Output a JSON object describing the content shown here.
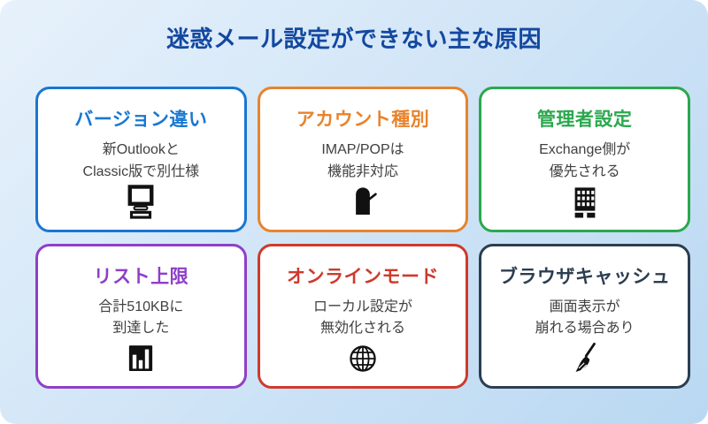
{
  "page": {
    "title": "迷惑メール設定ができない主な原因"
  },
  "theme": {
    "bg_gradient_start": "#E7F1FB",
    "bg_gradient_end": "#B9D8F2",
    "title_color": "#1348A0",
    "body_text_color": "#404040",
    "card_bg": "#FFFFFF",
    "icon_color": "#111111"
  },
  "cards": [
    {
      "id": "version-difference",
      "accent": "#1877D2",
      "title": "バージョン違い",
      "line1": "新Outlookと",
      "line2": "Classic版で別仕様",
      "icon": "desktop-computer-icon"
    },
    {
      "id": "account-type",
      "accent": "#E8832C",
      "title": "アカウント種別",
      "line1": "IMAP/POPは",
      "line2": "機能非対応",
      "icon": "mailbox-icon"
    },
    {
      "id": "admin-settings",
      "accent": "#2BA84E",
      "title": "管理者設定",
      "line1": "Exchange側が",
      "line2": "優先される",
      "icon": "office-building-icon"
    },
    {
      "id": "list-limit",
      "accent": "#8F3FC7",
      "title": "リスト上限",
      "line1": "合計510KBに",
      "line2": "到達した",
      "icon": "bar-chart-icon"
    },
    {
      "id": "online-mode",
      "accent": "#CE3A2C",
      "title": "オンラインモード",
      "line1": "ローカル設定が",
      "line2": "無効化される",
      "icon": "globe-icon"
    },
    {
      "id": "browser-cache",
      "accent": "#2C3E50",
      "title": "ブラウザキャッシュ",
      "line1": "画面表示が",
      "line2": "崩れる場合あり",
      "icon": "paintbrush-icon"
    }
  ]
}
